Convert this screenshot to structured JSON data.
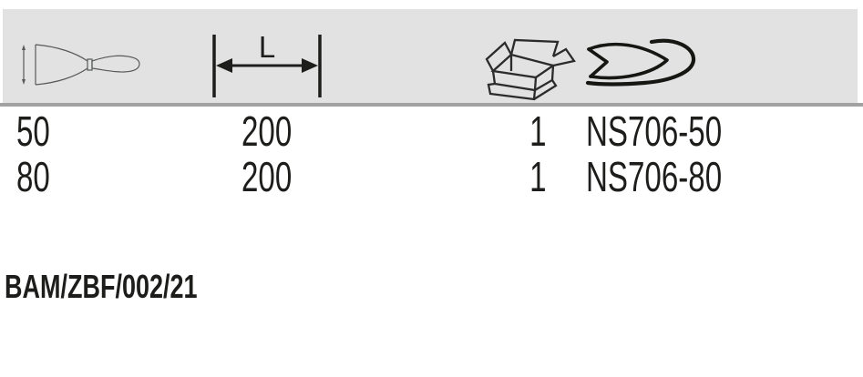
{
  "header": {
    "length_label": "L",
    "icons": [
      "putty-knife",
      "length-dimension",
      "packaging-box",
      "fish-logo"
    ]
  },
  "table": {
    "rows": [
      {
        "blade_width": "50",
        "length": "200",
        "pack_qty": "1",
        "code": "NS706-50"
      },
      {
        "blade_width": "80",
        "length": "200",
        "pack_qty": "1",
        "code": "NS706-80"
      }
    ]
  },
  "footer": {
    "reference": "BAM/ZBF/002/21"
  },
  "colors": {
    "header_bg": "#e2e2e2",
    "header_rule": "#a2a2a2",
    "ink": "#1d1d1b"
  }
}
